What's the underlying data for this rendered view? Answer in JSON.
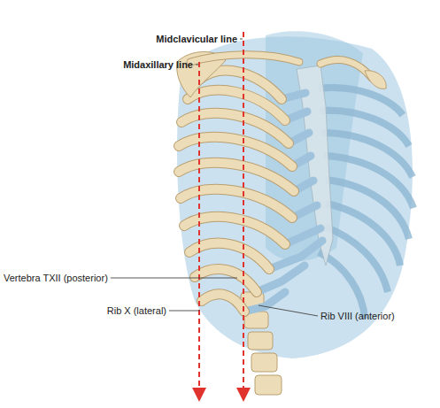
{
  "diagram": {
    "labels": [
      "Midclavicular line",
      "Midaxillary line",
      "Vertebra TXII (posterior)",
      "Rib X (lateral)",
      "Rib VIII (anterior)"
    ]
  }
}
